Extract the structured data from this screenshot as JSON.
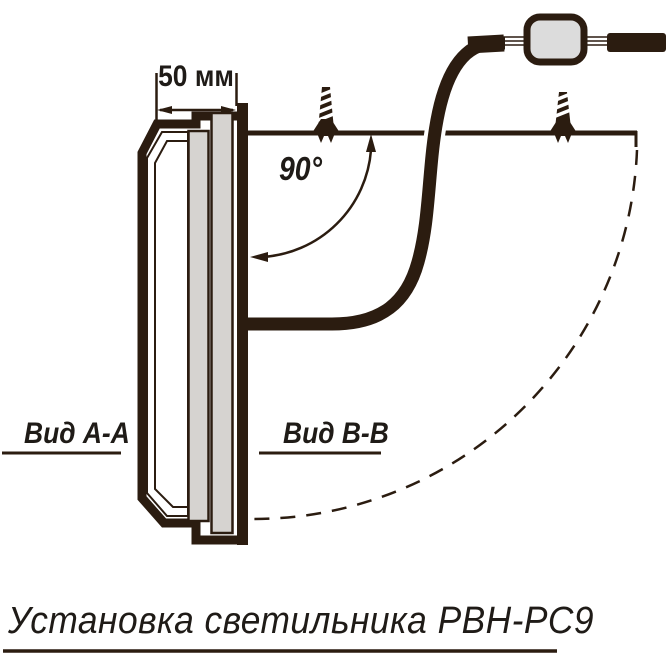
{
  "diagram": {
    "title": "Установка светильника РВН-РС9",
    "dimension_label": "50 мм",
    "angle_label": "90°",
    "view_a_label": "Вид А-А",
    "view_b_label": "Вид В-В",
    "colors": {
      "ink": "#2b1c10",
      "panel_gray": "#d6d3d0",
      "bezel_white": "#ffffff",
      "connector_gray": "#dcdcdc",
      "background": "#ffffff",
      "text": "#1f1b17"
    }
  }
}
